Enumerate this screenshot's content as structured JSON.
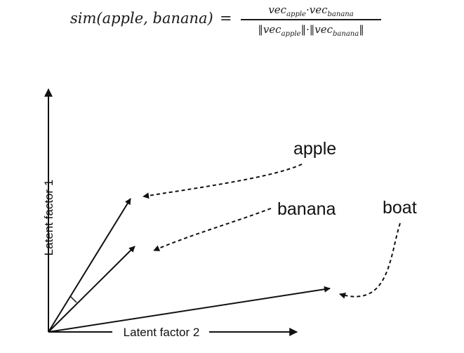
{
  "formula": {
    "lhs": "sim(apple, banana)",
    "equals": "=",
    "numerator_a": "vec",
    "numerator_a_sub": "apple",
    "numerator_dot": "·",
    "numerator_b": "vec",
    "numerator_b_sub": "banana",
    "denominator_a": "vec",
    "denominator_a_sub": "apple",
    "denominator_dot": "·",
    "denominator_b": "vec",
    "denominator_b_sub": "banana",
    "norm_open": "‖",
    "norm_close": "‖"
  },
  "diagram": {
    "y_axis_label": "Latent factor 1",
    "x_axis_label": "Latent factor 2",
    "labels": {
      "apple": "apple",
      "banana": "banana",
      "boat": "boat"
    },
    "colors": {
      "ink": "#111111"
    }
  }
}
